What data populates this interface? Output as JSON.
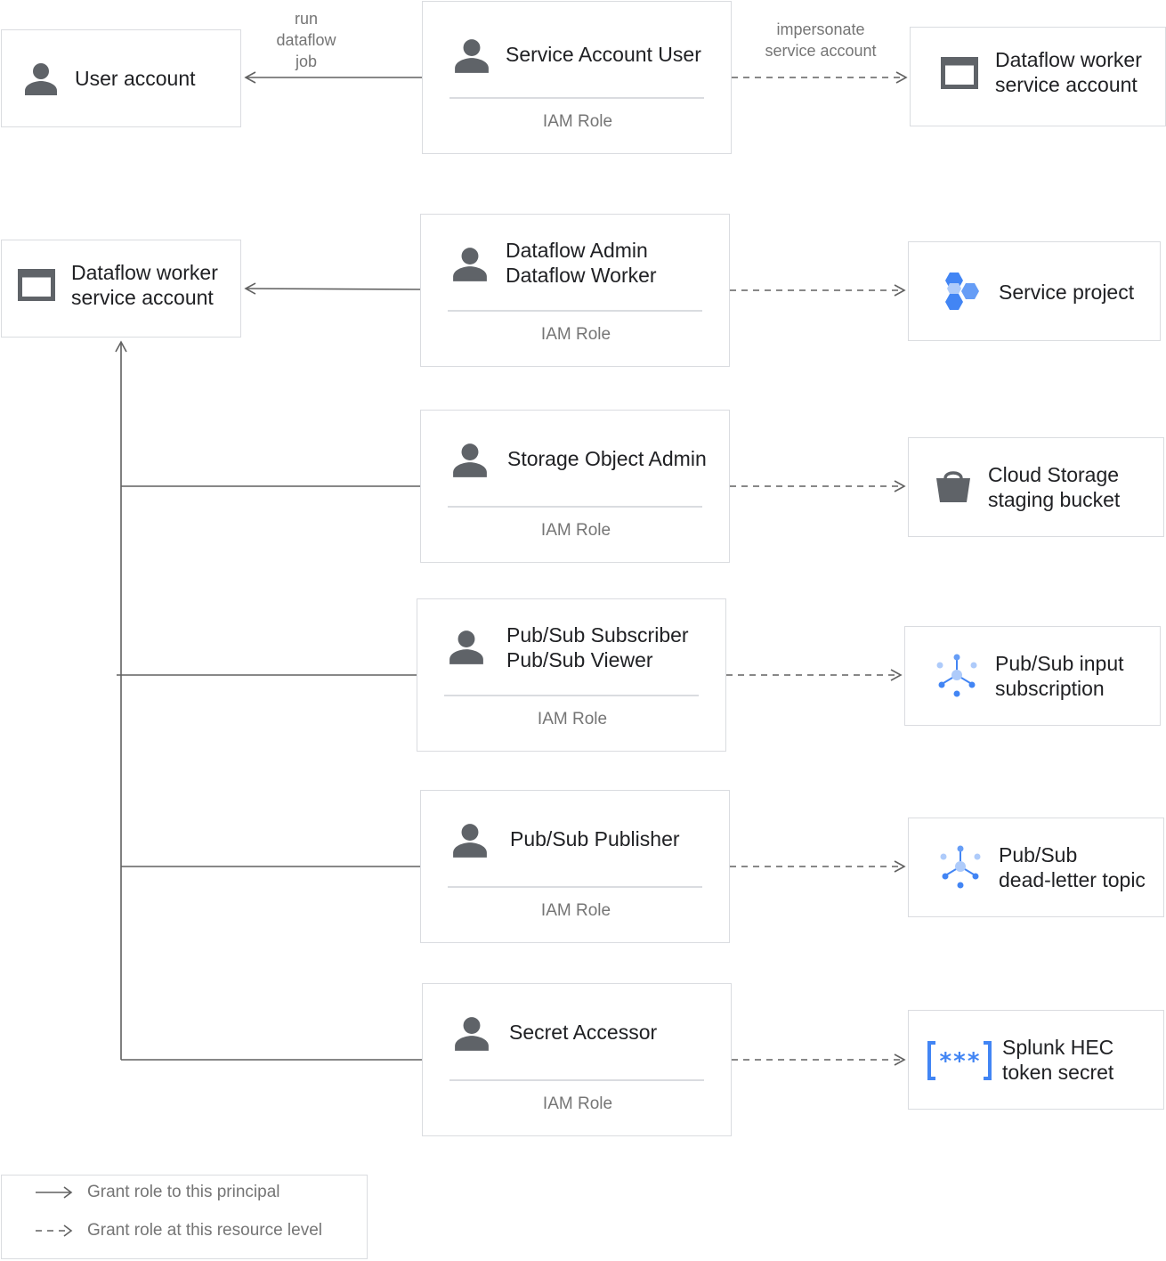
{
  "colors": {
    "line": "#616161",
    "box_border": "#dadce0",
    "icon_gray": "#5f6368",
    "icon_blue": "#4285f4",
    "icon_blue_light": "#aecbfa"
  },
  "top": {
    "user_account": {
      "label": "User account",
      "icon": "person-icon"
    },
    "run_job_label": [
      "run",
      "dataflow",
      "job"
    ],
    "service_account_user": {
      "title": "Service Account User",
      "subtitle": "IAM Role",
      "icon": "person-icon"
    },
    "impersonate_label": [
      "impersonate",
      "service account"
    ],
    "dataflow_worker_sa": {
      "lines": [
        "Dataflow worker",
        "service account"
      ],
      "icon": "window-icon"
    }
  },
  "principal": {
    "lines": [
      "Dataflow worker",
      "service account"
    ],
    "icon": "window-icon"
  },
  "roles": [
    {
      "title_lines": [
        "Dataflow Admin",
        "Dataflow Worker"
      ],
      "subtitle": "IAM Role",
      "icon": "person-icon"
    },
    {
      "title_lines": [
        "Storage Object Admin"
      ],
      "subtitle": "IAM Role",
      "icon": "person-icon"
    },
    {
      "title_lines": [
        "Pub/Sub Subscriber",
        "Pub/Sub Viewer"
      ],
      "subtitle": "IAM Role",
      "icon": "person-icon"
    },
    {
      "title_lines": [
        "Pub/Sub Publisher"
      ],
      "subtitle": "IAM Role",
      "icon": "person-icon"
    },
    {
      "title_lines": [
        "Secret Accessor"
      ],
      "subtitle": "IAM Role",
      "icon": "person-icon"
    }
  ],
  "resources": [
    {
      "lines": [
        "Service project"
      ],
      "icon": "service-project-icon"
    },
    {
      "lines": [
        "Cloud Storage",
        "staging bucket"
      ],
      "icon": "storage-bucket-icon"
    },
    {
      "lines": [
        "Pub/Sub input",
        "subscription"
      ],
      "icon": "pubsub-icon"
    },
    {
      "lines": [
        "Pub/Sub",
        "dead-letter topic"
      ],
      "icon": "pubsub-icon"
    },
    {
      "lines": [
        "Splunk HEC",
        "token secret"
      ],
      "icon": "secret-icon"
    }
  ],
  "legend": {
    "solid": "Grant role to this principal",
    "dashed": "Grant role at this resource level"
  }
}
